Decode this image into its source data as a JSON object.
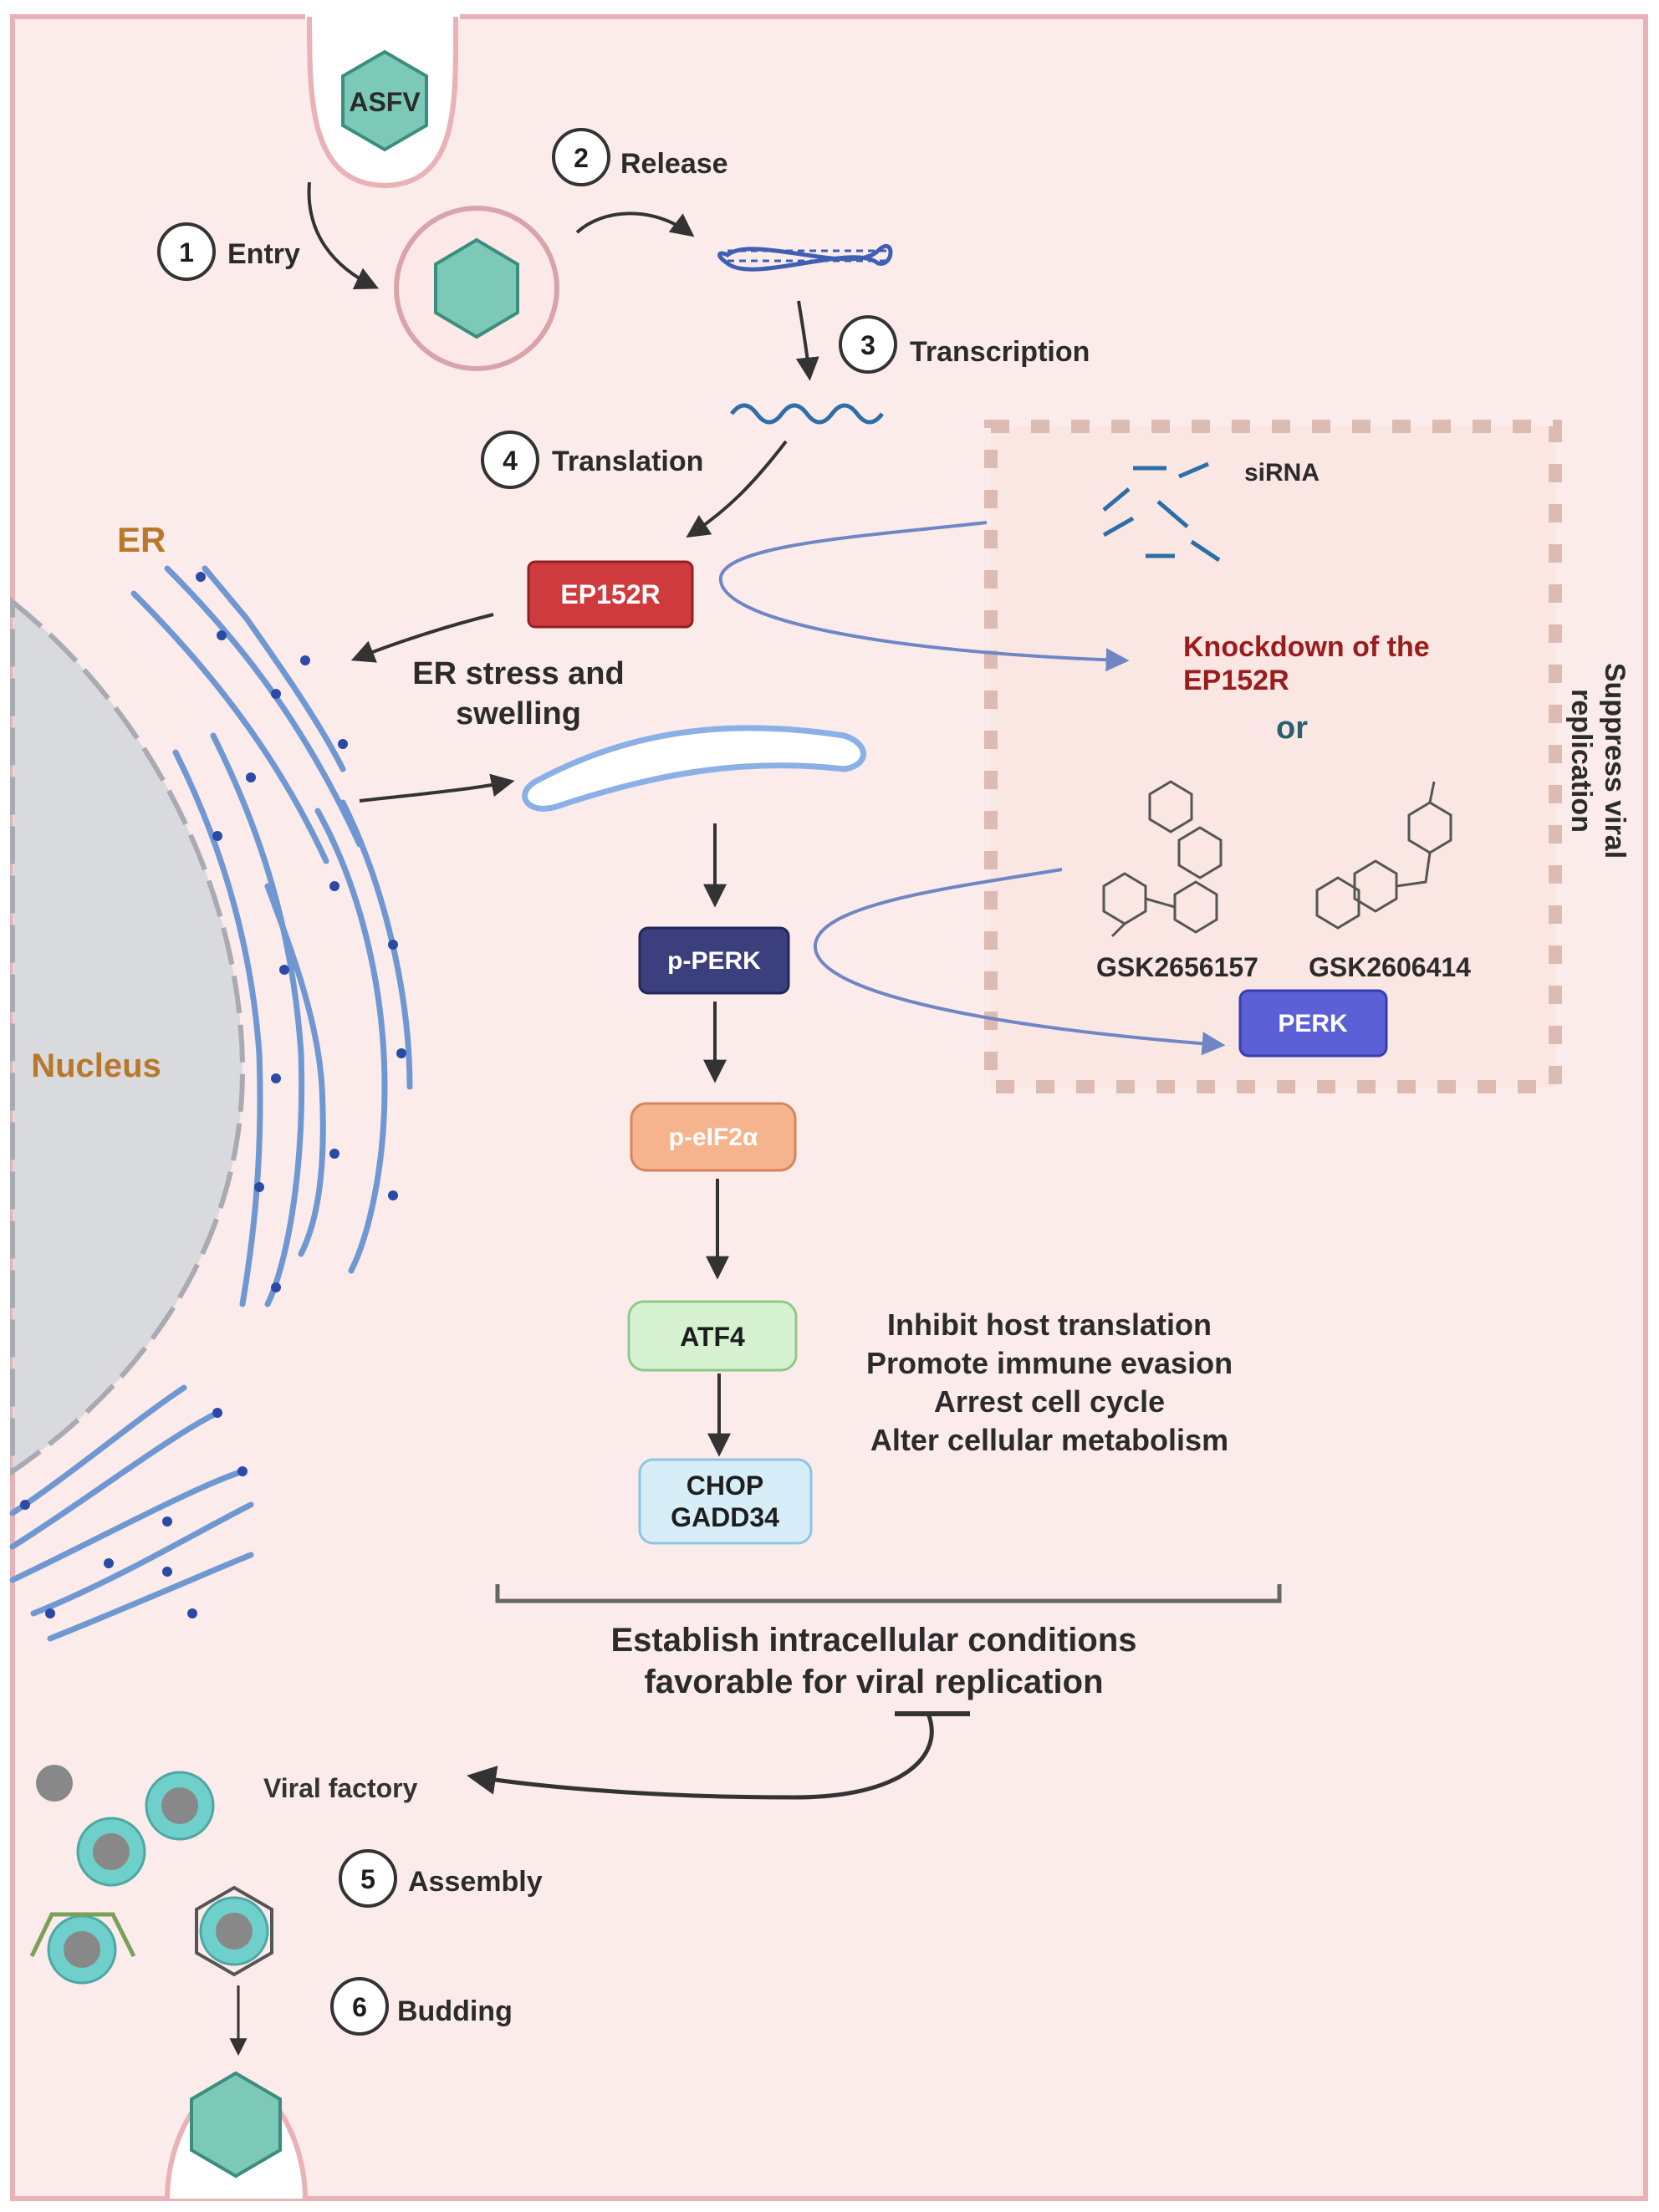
{
  "virus_label": "ASFV",
  "steps": [
    {
      "num": "1",
      "label": "Entry"
    },
    {
      "num": "2",
      "label": "Release"
    },
    {
      "num": "3",
      "label": "Transcription"
    },
    {
      "num": "4",
      "label": "Translation"
    },
    {
      "num": "5",
      "label": "Assembly"
    },
    {
      "num": "6",
      "label": "Budding"
    }
  ],
  "organelles": {
    "er": "ER",
    "nucleus": "Nucleus"
  },
  "er_stress": {
    "line1": "ER stress and",
    "line2": "swelling"
  },
  "pathway": {
    "ep152r": "EP152R",
    "p_perk": "p-PERK",
    "p_eif2a": "p-eIF2α",
    "atf4": "ATF4",
    "chop": "CHOP",
    "gadd34": "GADD34"
  },
  "effects": [
    "Inhibit host translation",
    "Promote immune evasion",
    "Arrest cell cycle",
    "Alter cellular metabolism"
  ],
  "conclusion": {
    "line1": "Establish intracellular conditions",
    "line2": "favorable for viral replication"
  },
  "viral_factory": "Viral factory",
  "inhibition_box": {
    "sirna": "siRNA",
    "knockdown_line1": "Knockdown of the",
    "knockdown_line2": "EP152R",
    "or": "or",
    "drug1": "GSK2656157",
    "drug2": "GSK2606414",
    "perk": "PERK",
    "side_line1": "Suppress viral",
    "side_line2": "replication"
  },
  "colors": {
    "cell_fill": "#fcebeb",
    "membrane": "#e8b2b6",
    "virus_teal": "#7cc9b7",
    "er_blue": "#6f97d2",
    "ep152r": "#cf3b3d",
    "p_perk": "#3c3f7e",
    "p_eif2a": "#f6b48e",
    "atf4": "#d6f2d0",
    "chop": "#d7eef9",
    "perk": "#5c60d6",
    "knockdown_text": "#9a1c1c",
    "or_text": "#2b6070"
  }
}
